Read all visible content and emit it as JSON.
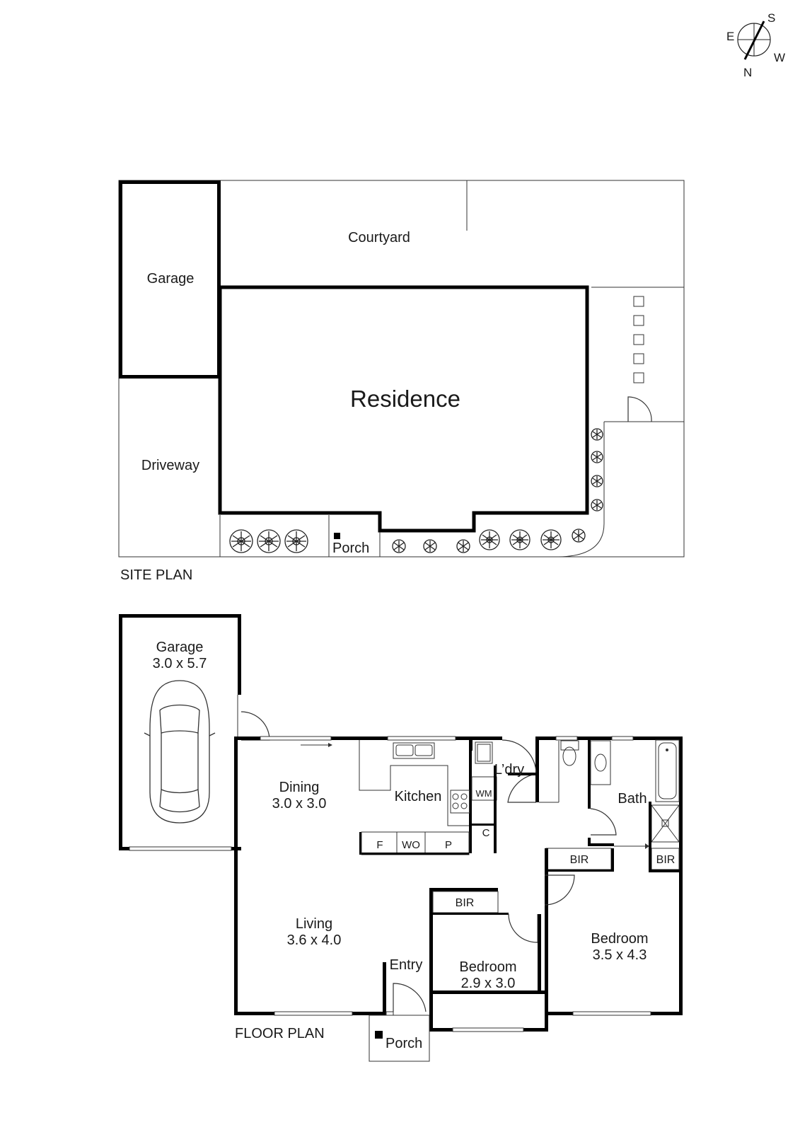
{
  "compass": {
    "s": "S",
    "e": "E",
    "w": "W",
    "n": "N"
  },
  "site_plan": {
    "caption": "SITE PLAN",
    "garage": "Garage",
    "courtyard": "Courtyard",
    "residence": "Residence",
    "driveway": "Driveway",
    "porch": "Porch"
  },
  "floor_plan": {
    "caption": "FLOOR PLAN",
    "garage": {
      "name": "Garage",
      "size": "3.0 x 5.7"
    },
    "dining": {
      "name": "Dining",
      "size": "3.0 x 3.0"
    },
    "kitchen": "Kitchen",
    "laundry": "L’dry",
    "wm": "WM",
    "c": "C",
    "f": "F",
    "wo": "WO",
    "p": "P",
    "bath": "Bath",
    "bir_hall": "BIR",
    "bir_bath": "BIR",
    "bir_bed2": "BIR",
    "living": {
      "name": "Living",
      "size": "3.6 x 4.0"
    },
    "entry": "Entry",
    "bedroom2": {
      "name": "Bedroom",
      "size": "2.9 x 3.0"
    },
    "bedroom1": {
      "name": "Bedroom",
      "size": "3.5 x 4.3"
    },
    "porch": "Porch"
  }
}
